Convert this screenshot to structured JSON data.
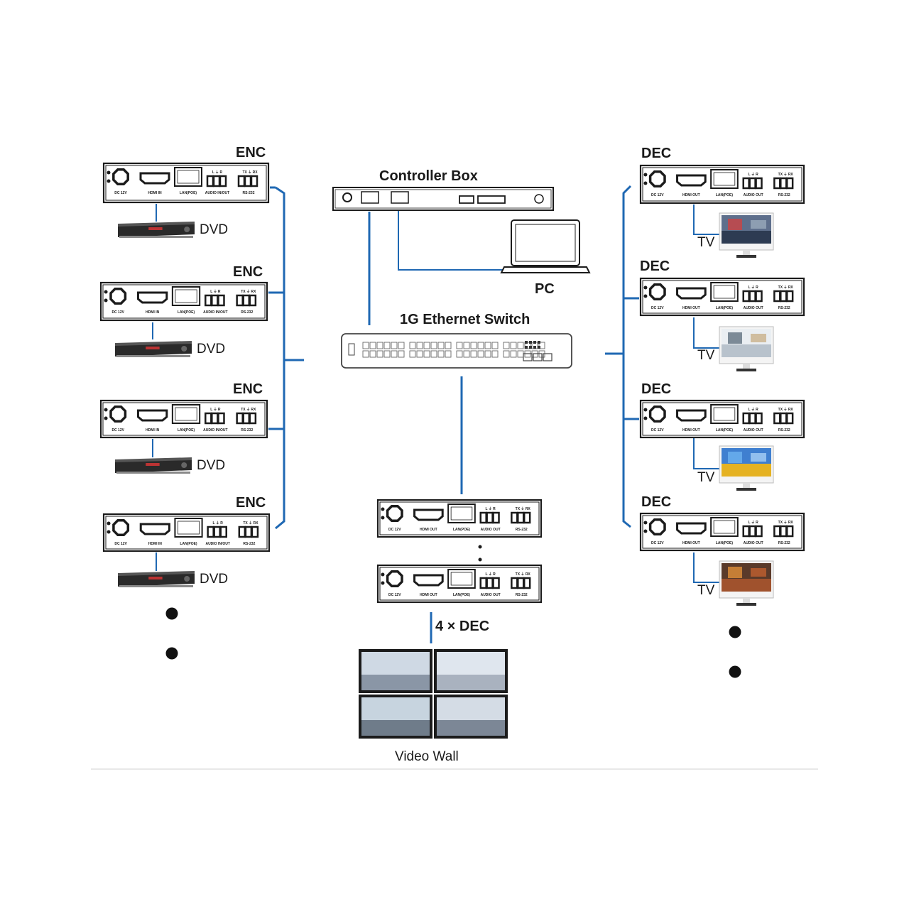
{
  "colors": {
    "link": "#1f68b3",
    "device": "#1b1b1b",
    "panel": "#ffffff"
  },
  "labels": {
    "enc": "ENC",
    "dec": "DEC",
    "dvd": "DVD",
    "tv": "TV",
    "controller_box": "Controller Box",
    "pc": "PC",
    "switch": "1G Ethernet Switch",
    "dec_count": "4 × DEC",
    "video_wall": "Video Wall"
  },
  "ports": {
    "dc": "DC 12V",
    "hdmi_in": "HDMI IN",
    "hdmi_out": "HDMI OUT",
    "lan": "LAN(POE)",
    "audio_inout": "AUDIO IN/OUT",
    "audio_out": "AUDIO OUT",
    "rs232": "RS-232",
    "lr": "L  ⏚  R",
    "txrx": "TX ⏚ RX"
  },
  "icons": [
    "hdmi-port-icon",
    "rj45-port-icon",
    "dc-power-icon",
    "laptop-icon",
    "dvd-player-icon",
    "tv-monitor-icon",
    "network-switch-icon"
  ]
}
